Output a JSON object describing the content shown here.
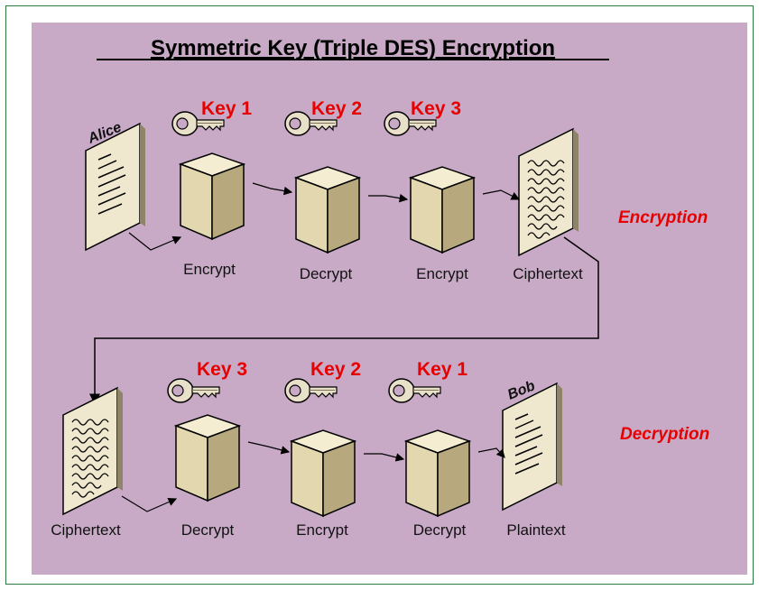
{
  "title": "Symmetric Key (Triple DES) Encryption",
  "colors": {
    "background": "#c8aac7",
    "key_label": "#e60000",
    "side_label": "#e60000",
    "cube_light": "#efe6c6",
    "cube_dark": "#b7a97d",
    "key_fill": "#e8e0c8"
  },
  "encryption": {
    "side_label": "Encryption",
    "source_name": "Alice",
    "keys": [
      "Key 1",
      "Key 2",
      "Key 3"
    ],
    "steps": [
      "Encrypt",
      "Decrypt",
      "Encrypt"
    ],
    "output_label": "Ciphertext"
  },
  "decryption": {
    "side_label": "Decryption",
    "input_label": "Ciphertext",
    "keys": [
      "Key 3",
      "Key 2",
      "Key 1"
    ],
    "steps": [
      "Decrypt",
      "Encrypt",
      "Decrypt"
    ],
    "dest_name": "Bob",
    "output_label": "Plaintext"
  },
  "icons": {
    "key": "key-icon",
    "cube": "cipher-block-icon",
    "plain_document": "plaintext-document-icon",
    "cipher_document": "ciphertext-document-icon"
  }
}
